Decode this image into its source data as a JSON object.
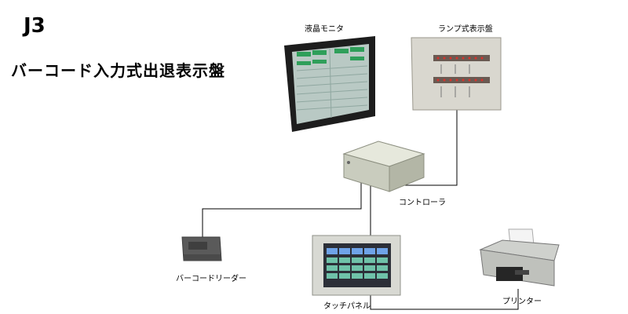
{
  "header": {
    "code": "J3",
    "title": "バーコード入力式出退表示盤"
  },
  "devices": {
    "lcd_monitor": "液晶モニタ",
    "lamp_panel": "ランプ式表示盤",
    "controller": "コントローラ",
    "barcode_reader": "バーコードリーダー",
    "touch_panel": "タッチパネル",
    "printer": "プリンター"
  }
}
